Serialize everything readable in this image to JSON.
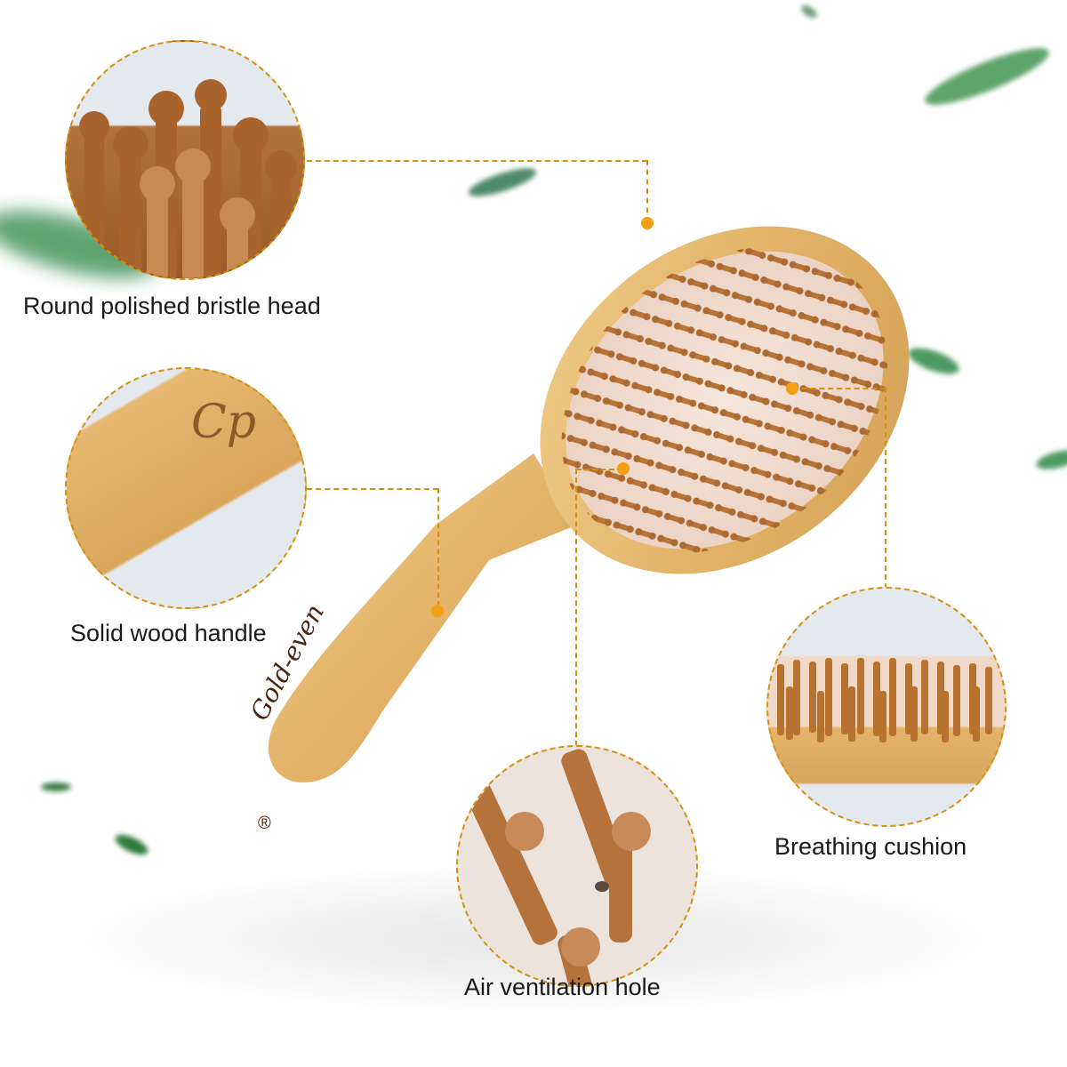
{
  "product": {
    "type": "wooden paddle hair brush",
    "brand_engraving": "Gold-even",
    "registered_mark": "®",
    "handle_monogram": "Cp"
  },
  "callouts": [
    {
      "id": "bristle-head",
      "label": "Round polished bristle head"
    },
    {
      "id": "wood-handle",
      "label": "Solid wood handle"
    },
    {
      "id": "breathing-cushion",
      "label": "Breathing cushion"
    },
    {
      "id": "air-vent",
      "label": "Air ventilation hole"
    }
  ],
  "colors": {
    "accent_line": "#d4900e",
    "accent_dot": "#f3a012",
    "wood_light": "#e8c07c",
    "wood_dark": "#c98f40",
    "bristle": "#b06a2e",
    "cushion": "#f1ddd0",
    "leaf": "#4f9a63",
    "text": "#1a1a1a",
    "background": "#ffffff"
  }
}
